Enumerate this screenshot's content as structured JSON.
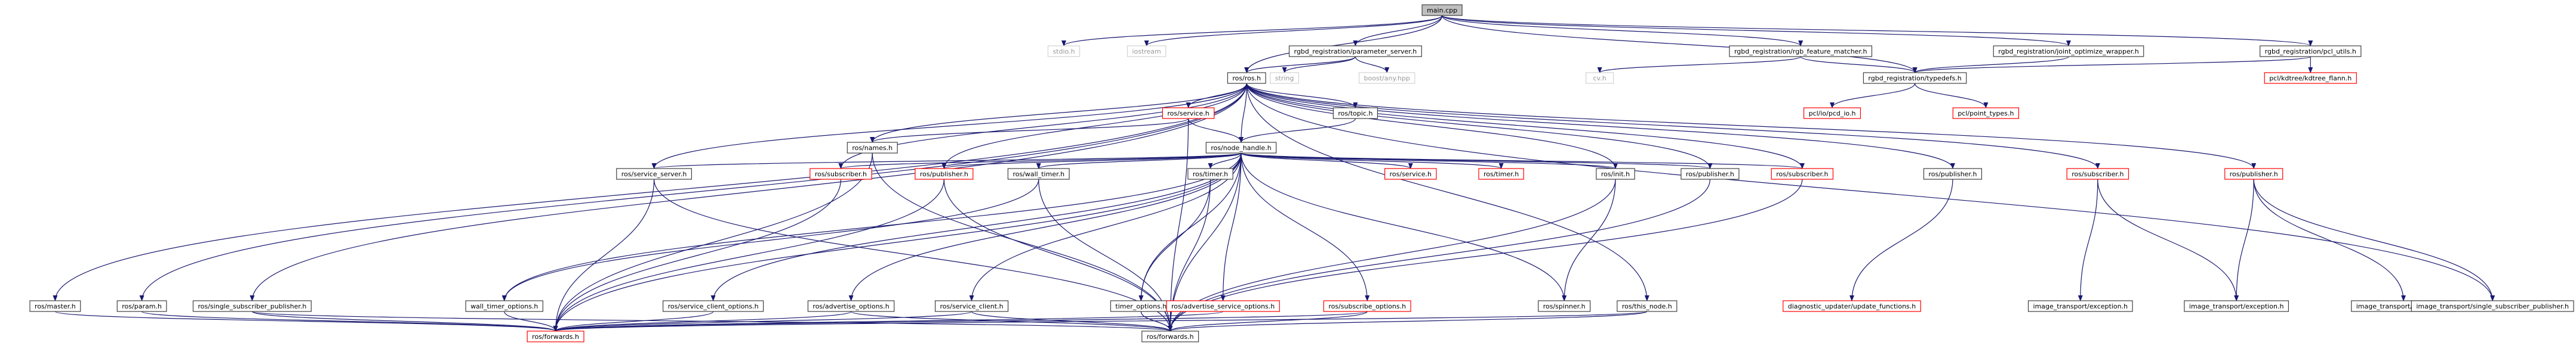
{
  "diagram": {
    "colors": {
      "edge": "#191970",
      "border_normal": "#404040",
      "border_missing": "#ff0000",
      "fill_root": "#bfbfbf",
      "fill_normal": "#ffffff",
      "text": "#000000",
      "text_grey": "#999999"
    },
    "nodes": [
      {
        "id": "main_cpp",
        "label": "main.cpp",
        "kind": "root"
      },
      {
        "id": "stdio_h",
        "label": "stdio.h",
        "kind": "system"
      },
      {
        "id": "iostream",
        "label": "iostream",
        "kind": "system"
      },
      {
        "id": "param_server_h",
        "label": "rgbd_registration/parameter_server.h",
        "kind": "normal"
      },
      {
        "id": "rgb_fm_h",
        "label": "rgbd_registration/rgb_feature_matcher.h",
        "kind": "normal"
      },
      {
        "id": "joint_opt_h",
        "label": "rgbd_registration/joint_optimize_wrapper.h",
        "kind": "normal"
      },
      {
        "id": "pcl_utils_h",
        "label": "rgbd_registration/pcl_utils.h",
        "kind": "normal"
      },
      {
        "id": "ros_ros_h",
        "label": "ros/ros.h",
        "kind": "normal"
      },
      {
        "id": "string",
        "label": "string",
        "kind": "system"
      },
      {
        "id": "boost_any",
        "label": "boost/any.hpp",
        "kind": "system"
      },
      {
        "id": "cv_h",
        "label": "cv.h",
        "kind": "system"
      },
      {
        "id": "typedefs_h",
        "label": "rgbd_registration/typedefs.h",
        "kind": "normal"
      },
      {
        "id": "kdtree_flann",
        "label": "pcl/kdtree/kdtree_flann.h",
        "kind": "missing"
      },
      {
        "id": "pcd_io",
        "label": "pcl/io/pcd_io.h",
        "kind": "missing"
      },
      {
        "id": "point_types",
        "label": "pcl/point_types.h",
        "kind": "missing"
      },
      {
        "id": "ros_service_h",
        "label": "ros/service.h",
        "kind": "missing"
      },
      {
        "id": "ros_topic_h",
        "label": "ros/topic.h",
        "kind": "normal"
      },
      {
        "id": "ros_names_h",
        "label": "ros/names.h",
        "kind": "normal"
      },
      {
        "id": "ros_node_handle_h",
        "label": "ros/node_handle.h",
        "kind": "normal"
      },
      {
        "id": "ros_service_server_h",
        "label": "ros/service_server.h",
        "kind": "normal"
      },
      {
        "id": "ros_subscriber_h_1",
        "label": "ros/subscriber.h",
        "kind": "missing"
      },
      {
        "id": "ros_publisher_h_1",
        "label": "ros/publisher.h",
        "kind": "missing"
      },
      {
        "id": "ros_wall_timer_h",
        "label": "ros/wall_timer.h",
        "kind": "normal"
      },
      {
        "id": "ros_timer_h_1",
        "label": "ros/timer.h",
        "kind": "normal"
      },
      {
        "id": "ros_service_h_2",
        "label": "ros/service.h",
        "kind": "missing"
      },
      {
        "id": "ros_timer_h_2",
        "label": "ros/timer.h",
        "kind": "missing"
      },
      {
        "id": "ros_init_h",
        "label": "ros/init.h",
        "kind": "normal"
      },
      {
        "id": "ros_publisher_h_2",
        "label": "ros/publisher.h",
        "kind": "normal"
      },
      {
        "id": "ros_subscriber_h_2",
        "label": "ros/subscriber.h",
        "kind": "missing"
      },
      {
        "id": "ros_publisher_h_3",
        "label": "ros/publisher.h",
        "kind": "normal"
      },
      {
        "id": "ros_subscriber_h_3",
        "label": "ros/subscriber.h",
        "kind": "missing"
      },
      {
        "id": "ros_publisher_h_4",
        "label": "ros/publisher.h",
        "kind": "missing"
      },
      {
        "id": "ros_master_h",
        "label": "ros/master.h",
        "kind": "normal"
      },
      {
        "id": "ros_param_h",
        "label": "ros/param.h",
        "kind": "normal"
      },
      {
        "id": "ros_single_sub_pub_h",
        "label": "ros/single_subscriber_publisher.h",
        "kind": "normal"
      },
      {
        "id": "wall_timer_options_h",
        "label": "wall_timer_options.h",
        "kind": "normal"
      },
      {
        "id": "ros_service_client_options_h",
        "label": "ros/service_client_options.h",
        "kind": "normal"
      },
      {
        "id": "ros_advertise_options_h",
        "label": "ros/advertise_options.h",
        "kind": "normal"
      },
      {
        "id": "ros_service_client_h",
        "label": "ros/service_client.h",
        "kind": "normal"
      },
      {
        "id": "timer_options_h",
        "label": "timer_options.h",
        "kind": "normal"
      },
      {
        "id": "ros_adv_service_options_h",
        "label": "ros/advertise_service_options.h",
        "kind": "missing"
      },
      {
        "id": "ros_subscribe_options_h",
        "label": "ros/subscribe_options.h",
        "kind": "missing"
      },
      {
        "id": "ros_spinner_h",
        "label": "ros/spinner.h",
        "kind": "normal"
      },
      {
        "id": "ros_this_node_h",
        "label": "ros/this_node.h",
        "kind": "normal"
      },
      {
        "id": "diag_update_h",
        "label": "diagnostic_updater/update_functions.h",
        "kind": "missing"
      },
      {
        "id": "it_exception_1",
        "label": "image_transport/exception.h",
        "kind": "normal"
      },
      {
        "id": "it_exception_2",
        "label": "image_transport/exception.h",
        "kind": "normal"
      },
      {
        "id": "it_exception_3",
        "label": "image_transport/exception.h",
        "kind": "normal"
      },
      {
        "id": "it_single_sub_pub_h",
        "label": "image_transport/single_subscriber_publisher.h",
        "kind": "normal"
      },
      {
        "id": "ros_forwards_h_1",
        "label": "ros/forwards.h",
        "kind": "missing"
      },
      {
        "id": "ros_forwards_h_2",
        "label": "ros/forwards.h",
        "kind": "normal"
      }
    ],
    "edges": [
      [
        "main_cpp",
        "stdio_h"
      ],
      [
        "main_cpp",
        "iostream"
      ],
      [
        "main_cpp",
        "param_server_h"
      ],
      [
        "main_cpp",
        "rgb_fm_h"
      ],
      [
        "main_cpp",
        "joint_opt_h"
      ],
      [
        "main_cpp",
        "pcl_utils_h"
      ],
      [
        "main_cpp",
        "ros_ros_h"
      ],
      [
        "main_cpp",
        "typedefs_h"
      ],
      [
        "param_server_h",
        "ros_ros_h"
      ],
      [
        "param_server_h",
        "string"
      ],
      [
        "param_server_h",
        "boost_any"
      ],
      [
        "rgb_fm_h",
        "cv_h"
      ],
      [
        "rgb_fm_h",
        "typedefs_h"
      ],
      [
        "joint_opt_h",
        "typedefs_h"
      ],
      [
        "pcl_utils_h",
        "typedefs_h"
      ],
      [
        "pcl_utils_h",
        "kdtree_flann"
      ],
      [
        "typedefs_h",
        "pcd_io"
      ],
      [
        "typedefs_h",
        "point_types"
      ],
      [
        "ros_ros_h",
        "ros_service_h"
      ],
      [
        "ros_ros_h",
        "ros_topic_h"
      ],
      [
        "ros_ros_h",
        "ros_names_h"
      ],
      [
        "ros_ros_h",
        "ros_node_handle_h"
      ],
      [
        "ros_ros_h",
        "ros_service_server_h"
      ],
      [
        "ros_ros_h",
        "ros_subscriber_h_1"
      ],
      [
        "ros_ros_h",
        "ros_publisher_h_1"
      ],
      [
        "ros_ros_h",
        "ros_init_h"
      ],
      [
        "ros_ros_h",
        "ros_publisher_h_2"
      ],
      [
        "ros_ros_h",
        "ros_subscriber_h_2"
      ],
      [
        "ros_ros_h",
        "ros_publisher_h_3"
      ],
      [
        "ros_ros_h",
        "ros_subscriber_h_3"
      ],
      [
        "ros_ros_h",
        "ros_publisher_h_4"
      ],
      [
        "ros_ros_h",
        "ros_master_h"
      ],
      [
        "ros_ros_h",
        "ros_param_h"
      ],
      [
        "ros_ros_h",
        "ros_single_sub_pub_h"
      ],
      [
        "ros_ros_h",
        "ros_this_node_h"
      ],
      [
        "ros_ros_h",
        "it_single_sub_pub_h"
      ],
      [
        "ros_service_h",
        "ros_node_handle_h"
      ],
      [
        "ros_service_h",
        "ros_names_h"
      ],
      [
        "ros_service_h",
        "ros_forwards_h_2"
      ],
      [
        "ros_topic_h",
        "ros_node_handle_h"
      ],
      [
        "ros_names_h",
        "ros_forwards_h_1"
      ],
      [
        "ros_names_h",
        "ros_forwards_h_2"
      ],
      [
        "ros_node_handle_h",
        "ros_service_server_h"
      ],
      [
        "ros_node_handle_h",
        "ros_subscriber_h_1"
      ],
      [
        "ros_node_handle_h",
        "ros_publisher_h_1"
      ],
      [
        "ros_node_handle_h",
        "ros_wall_timer_h"
      ],
      [
        "ros_node_handle_h",
        "ros_timer_h_1"
      ],
      [
        "ros_node_handle_h",
        "ros_service_h_2"
      ],
      [
        "ros_node_handle_h",
        "ros_timer_h_2"
      ],
      [
        "ros_node_handle_h",
        "ros_init_h"
      ],
      [
        "ros_node_handle_h",
        "ros_publisher_h_2"
      ],
      [
        "ros_node_handle_h",
        "ros_subscriber_h_2"
      ],
      [
        "ros_node_handle_h",
        "wall_timer_options_h"
      ],
      [
        "ros_node_handle_h",
        "ros_service_client_options_h"
      ],
      [
        "ros_node_handle_h",
        "ros_advertise_options_h"
      ],
      [
        "ros_node_handle_h",
        "ros_service_client_h"
      ],
      [
        "ros_node_handle_h",
        "timer_options_h"
      ],
      [
        "ros_node_handle_h",
        "ros_adv_service_options_h"
      ],
      [
        "ros_node_handle_h",
        "ros_subscribe_options_h"
      ],
      [
        "ros_node_handle_h",
        "ros_spinner_h"
      ],
      [
        "ros_node_handle_h",
        "ros_forwards_h_1"
      ],
      [
        "ros_node_handle_h",
        "ros_forwards_h_2"
      ],
      [
        "ros_service_server_h",
        "ros_forwards_h_1"
      ],
      [
        "ros_service_server_h",
        "ros_forwards_h_2"
      ],
      [
        "ros_subscriber_h_1",
        "ros_forwards_h_1"
      ],
      [
        "ros_publisher_h_1",
        "ros_forwards_h_1"
      ],
      [
        "ros_publisher_h_1",
        "ros_forwards_h_2"
      ],
      [
        "ros_wall_timer_h",
        "wall_timer_options_h"
      ],
      [
        "ros_wall_timer_h",
        "ros_forwards_h_2"
      ],
      [
        "ros_timer_h_1",
        "timer_options_h"
      ],
      [
        "ros_timer_h_1",
        "ros_forwards_h_2"
      ],
      [
        "ros_init_h",
        "ros_spinner_h"
      ],
      [
        "ros_init_h",
        "ros_forwards_h_2"
      ],
      [
        "ros_publisher_h_3",
        "diag_update_h"
      ],
      [
        "ros_subscriber_h_3",
        "it_exception_1"
      ],
      [
        "ros_subscriber_h_3",
        "it_exception_2"
      ],
      [
        "ros_publisher_h_4",
        "it_exception_2"
      ],
      [
        "ros_publisher_h_4",
        "it_exception_3"
      ],
      [
        "ros_publisher_h_4",
        "it_single_sub_pub_h"
      ],
      [
        "ros_master_h",
        "ros_forwards_h_1"
      ],
      [
        "ros_param_h",
        "ros_forwards_h_1"
      ],
      [
        "ros_single_sub_pub_h",
        "ros_forwards_h_1"
      ],
      [
        "ros_single_sub_pub_h",
        "ros_forwards_h_2"
      ],
      [
        "wall_timer_options_h",
        "ros_forwards_h_1"
      ],
      [
        "ros_service_client_options_h",
        "ros_forwards_h_1"
      ],
      [
        "ros_advertise_options_h",
        "ros_forwards_h_1"
      ],
      [
        "ros_advertise_options_h",
        "ros_forwards_h_2"
      ],
      [
        "ros_service_client_h",
        "ros_forwards_h_1"
      ],
      [
        "ros_service_client_h",
        "ros_forwards_h_2"
      ],
      [
        "timer_options_h",
        "ros_forwards_h_2"
      ],
      [
        "ros_adv_service_options_h",
        "ros_forwards_h_1"
      ],
      [
        "ros_subscribe_options_h",
        "ros_forwards_h_1"
      ],
      [
        "ros_subscribe_options_h",
        "ros_forwards_h_2"
      ],
      [
        "ros_this_node_h",
        "ros_forwards_h_1"
      ],
      [
        "ros_this_node_h",
        "ros_forwards_h_2"
      ],
      [
        "ros_subscriber_h_2",
        "ros_forwards_h_2"
      ],
      [
        "ros_publisher_h_2",
        "ros_forwards_h_2"
      ]
    ]
  }
}
